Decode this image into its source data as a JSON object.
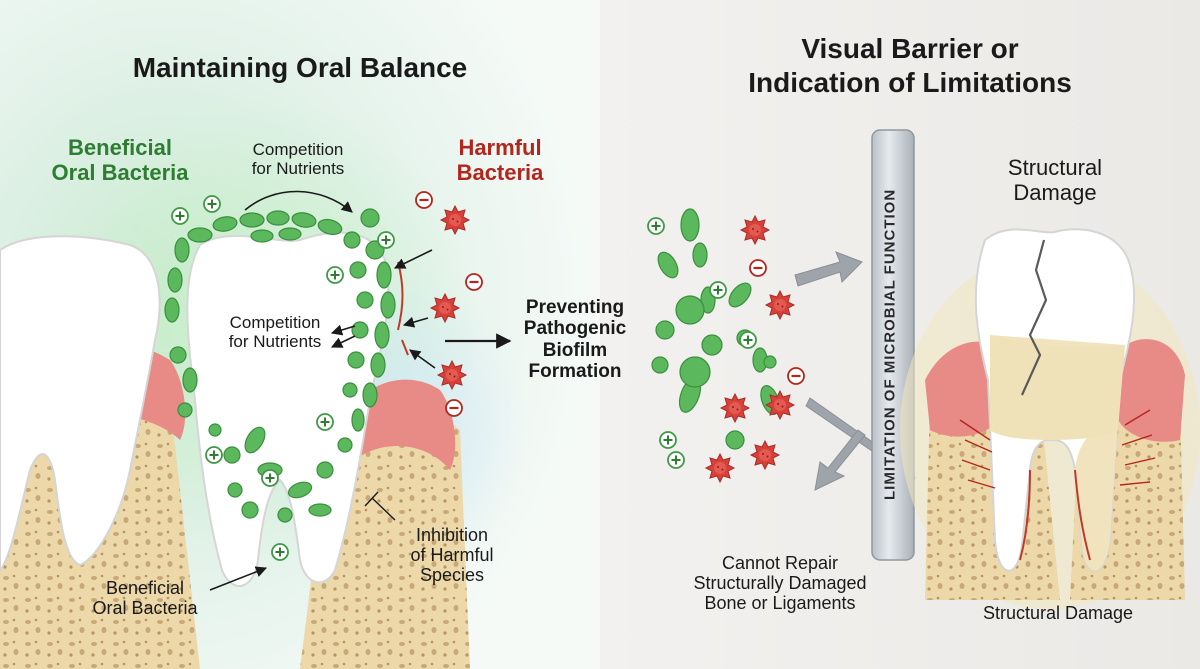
{
  "left_panel": {
    "title": "Maintaining Oral Balance",
    "beneficial_top": "Beneficial\nOral Bacteria",
    "harmful": "Harmful\nBacteria",
    "competition_top": "Competition\nfor Nutrients",
    "competition_mid": "Competition\nfor Nutrients",
    "preventing": "Preventing\nPathogenic\nBiofilm\nFormation",
    "inhibition": "Inhibition\nof Harmful\nSpecies",
    "beneficial_bottom": "Beneficial\nOral Bacteria"
  },
  "right_panel": {
    "title": "Visual Barrier or\nIndication of Limitations",
    "structural_top": "Structural\nDamage",
    "barrier_label": "LIMITATION OF MICROBIAL FUNCTION",
    "cannot_repair": "Cannot Repair\nStructurally Damaged\nBone or Ligaments",
    "structural_bottom": "Structural Damage"
  },
  "colors": {
    "beneficial_green": "#2e7d32",
    "harmful_red": "#b3261e",
    "bacteria_green": "#5cb85c",
    "bacteria_red": "#d9403a",
    "gum_pink": "#e88a86",
    "bone": "#ecd8a8",
    "enamel": "#ffffff"
  },
  "icons": [
    "plus-sign-icon",
    "minus-sign-icon",
    "arrow-icon",
    "spiky-bacterium-icon",
    "rod-bacterium-icon",
    "coccus-bacterium-icon",
    "cracked-tooth-icon"
  ]
}
